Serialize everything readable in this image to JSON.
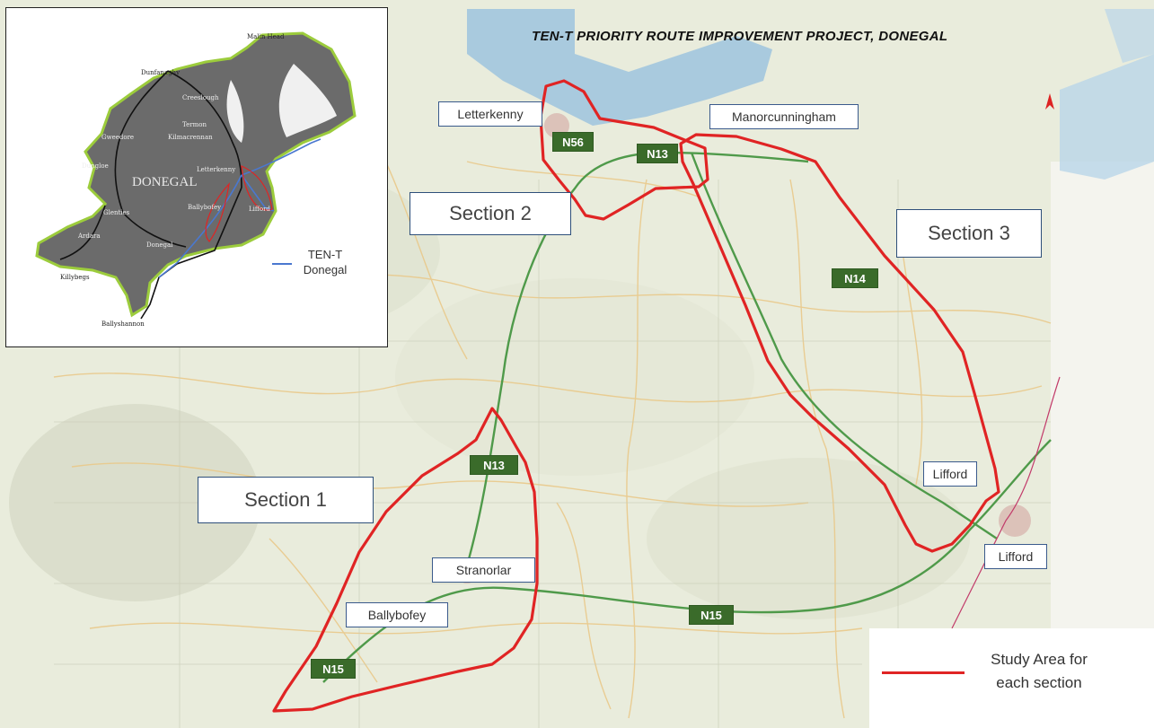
{
  "title": "TEN-T PRIORITY ROUTE IMPROVEMENT PROJECT, DONEGAL",
  "towns": {
    "letterkenny": "Letterkenny",
    "manorcunningham": "Manorcunningham",
    "lifford_1": "Lifford",
    "lifford_2": "Lifford",
    "stranorlar": "Stranorlar",
    "ballybofey": "Ballybofey"
  },
  "sections": {
    "s1": "Section 1",
    "s2": "Section 2",
    "s3": "Section 3"
  },
  "roads": {
    "n56": "N56",
    "n13_north": "N13",
    "n14": "N14",
    "n13_south": "N13",
    "n15_east": "N15",
    "n15_west": "N15"
  },
  "legend": {
    "study_area": "Study Area for each section"
  },
  "inset": {
    "county": "DONEGAL",
    "legend": "TEN-T Donegal",
    "places": {
      "malin_head": "Malin Head",
      "dunfanaghy": "Dunfanaghy",
      "creeslough": "Creeslough",
      "gweedore": "Gweedore",
      "termon": "Termon",
      "kilmacrennan": "Kilmacrennan",
      "dungloe": "Dungloe",
      "letterkenny": "Letterkenny",
      "ballybofey": "Ballybofey",
      "lifford": "Lifford",
      "glenties": "Glenties",
      "ardara": "Ardara",
      "donegal": "Donegal",
      "killybegs": "Killybegs",
      "ballyshannon": "Ballyshannon"
    }
  },
  "colors": {
    "study_area": "#e02424",
    "ten_t": "#4a78d0",
    "road_sign": "#3a6b2a",
    "land": "#6b6b6b",
    "coast": "#9ccc3c",
    "water": "#7fb3d8"
  }
}
